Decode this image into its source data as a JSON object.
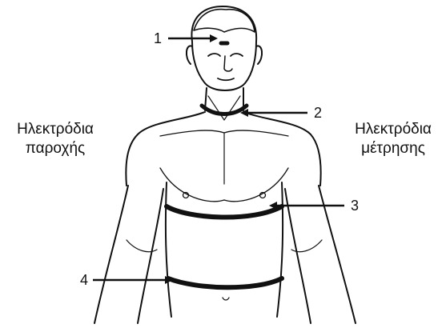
{
  "labels": {
    "left": [
      "Ηλεκτρόδια",
      "παροχής"
    ],
    "right": [
      "Ηλεκτρόδια",
      "μέτρησης"
    ]
  },
  "callouts": [
    "1",
    "2",
    "3",
    "4"
  ],
  "colors": {
    "line": "#111111",
    "background": "#ffffff"
  }
}
